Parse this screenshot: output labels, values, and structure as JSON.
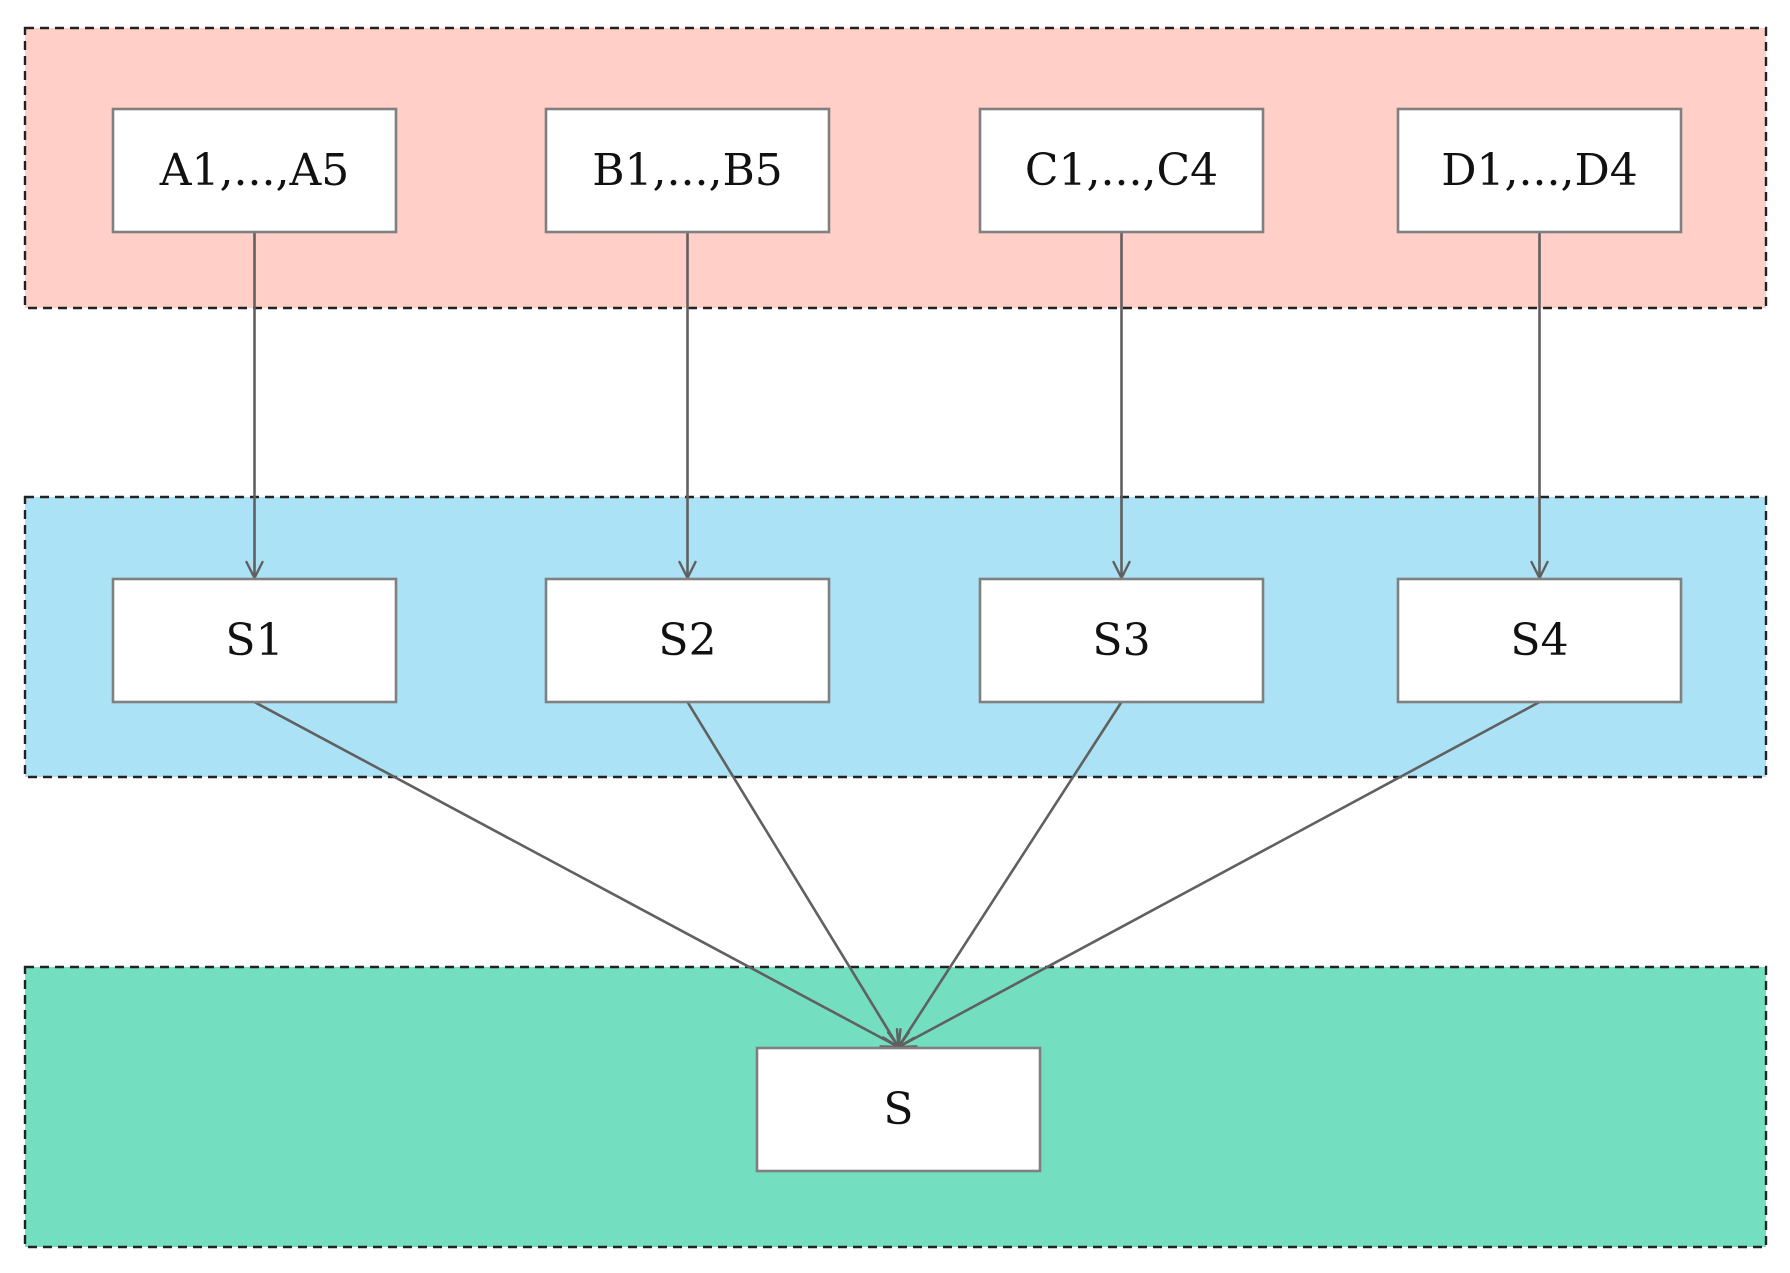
{
  "colors": {
    "layer_top": "#ffcfc8",
    "layer_middle": "#abe2f5",
    "layer_bottom": "#73dfc0",
    "node_fill": "#ffffff",
    "node_border": "#808080",
    "arrow": "#606060",
    "layer_border": "#222222",
    "text": "#111111"
  },
  "layers": {
    "top": {
      "nodes": [
        {
          "id": "a",
          "label": "A1,...,A5"
        },
        {
          "id": "b",
          "label": "B1,...,B5"
        },
        {
          "id": "c",
          "label": "C1,...,C4"
        },
        {
          "id": "d",
          "label": "D1,...,D4"
        }
      ]
    },
    "middle": {
      "nodes": [
        {
          "id": "s1",
          "label": "S1"
        },
        {
          "id": "s2",
          "label": "S2"
        },
        {
          "id": "s3",
          "label": "S3"
        },
        {
          "id": "s4",
          "label": "S4"
        }
      ]
    },
    "bottom": {
      "nodes": [
        {
          "id": "s",
          "label": "S"
        }
      ]
    }
  },
  "edges": [
    {
      "from": "a",
      "to": "s1"
    },
    {
      "from": "b",
      "to": "s2"
    },
    {
      "from": "c",
      "to": "s3"
    },
    {
      "from": "d",
      "to": "s4"
    },
    {
      "from": "s1",
      "to": "s"
    },
    {
      "from": "s2",
      "to": "s"
    },
    {
      "from": "s3",
      "to": "s"
    },
    {
      "from": "s4",
      "to": "s"
    }
  ]
}
